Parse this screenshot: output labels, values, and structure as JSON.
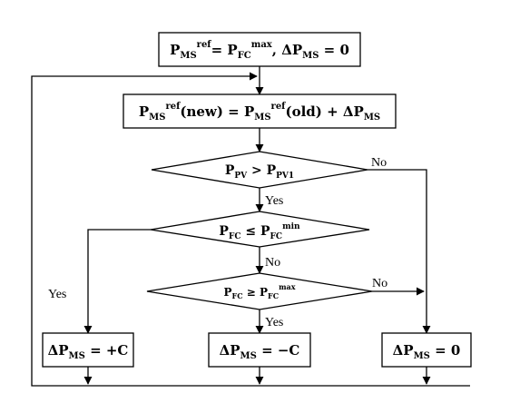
{
  "nodes": {
    "init": {
      "base1": "P",
      "sub1": "MS",
      "sup1": "ref",
      "eq1": "= P",
      "sub2": "FC",
      "sup2": "max",
      "rest": ", ΔP",
      "sub3": "MS",
      "tail": " = 0"
    },
    "update": {
      "base1": "P",
      "sub1": "MS",
      "sup1": "ref",
      "mid1": "(new) = P",
      "sub2": "MS",
      "sup2": "ref",
      "mid2": "(old) + ΔP",
      "sub3": "MS"
    },
    "decision1": {
      "base1": "P",
      "sub1": "PV",
      "op": " > P",
      "sub2": "PV1"
    },
    "decision2": {
      "base1": "P",
      "sub1": "FC",
      "op": " ≤ P",
      "sub2": "FC",
      "sup2": "min"
    },
    "decision3": {
      "base1": "P",
      "sub1": "FC",
      "op": " ≥ P",
      "sub2": "FC",
      "sup2": "max"
    },
    "out_plus": {
      "base": "ΔP",
      "sub": "MS",
      "tail": " = +C"
    },
    "out_minus": {
      "base": "ΔP",
      "sub": "MS",
      "tail": " = −C"
    },
    "out_zero": {
      "base": "ΔP",
      "sub": "MS",
      "tail": " = 0"
    }
  },
  "labels": {
    "d1_no": "No",
    "d1_yes": "Yes",
    "d2_yes": "Yes",
    "d2_no": "No",
    "d3_no": "No",
    "d3_yes": "Yes"
  }
}
